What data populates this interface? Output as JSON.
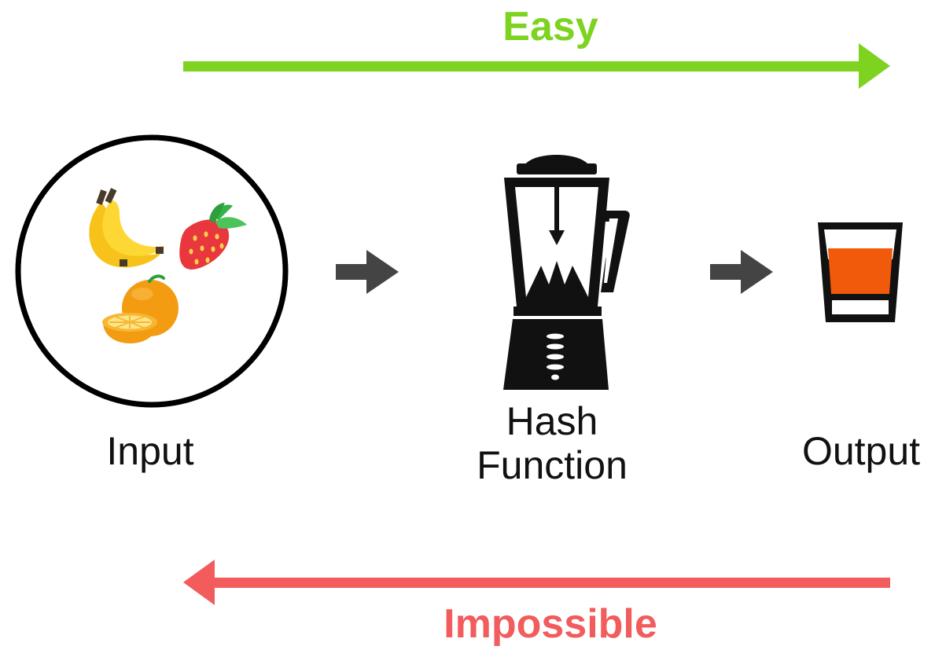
{
  "directions": {
    "forward": {
      "label": "Easy",
      "color": "#7ed321"
    },
    "backward": {
      "label": "Impossible",
      "color": "#f25c5c"
    }
  },
  "nodes": {
    "input": {
      "label": "Input"
    },
    "hash": {
      "label": "Hash\nFunction"
    },
    "output": {
      "label": "Output"
    }
  },
  "icons": {
    "input": [
      "banana-icon",
      "strawberry-icon",
      "orange-icon"
    ],
    "hash": "blender-icon",
    "output": "juice-glass-icon"
  },
  "colors": {
    "flow_arrow": "#444444",
    "outline": "#000000",
    "juice": "#f05a0a"
  }
}
